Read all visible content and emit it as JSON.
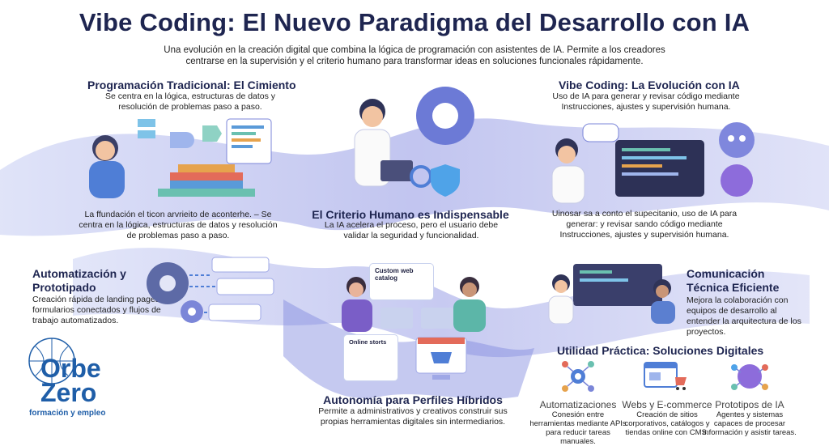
{
  "title": "Vibe Coding: El Nuevo Paradigma del Desarrollo con IA",
  "subtitle": "Una evolución en la creación digital que combina la lógica de programación con asistentes de IA. Permite a los creadores centrarse en la supervisión y el criterio humano para transformar ideas en soluciones funcionales rápidamente.",
  "traditional": {
    "title": "Programación Tradicional: El Cimiento",
    "text": "Se centra en la lógica, estructuras de datos y resolución de problemas paso a paso.",
    "caption": "La ffundación el ticon arvrieito de aconterhe. – Se centra en la lógica, estructuras de datos y resolución de problemas paso a paso."
  },
  "vibe": {
    "title": "Vibe Coding: La Evolución con IA",
    "text": "Uso de IA para generar y revisar código mediante Instrucciones, ajustes y supervisión humana.",
    "caption": "Uinosar sa a conto el supecitanio, uso de IA para generar: y revisar sando código mediante Instrucciones, ajustes y supervisión humana."
  },
  "criterio": {
    "title": "El Criterio Humano es Indispensable",
    "text": "La IA acelera el proceso, pero el usuario debe validar la seguridad y funcionalidad."
  },
  "automatizacion": {
    "title": "Automatización y Prototipado",
    "text": "Creación rápida de landing pages, formularios conectados y flujos de trabajo automatizados."
  },
  "comunicacion": {
    "title": "Comunicación Técnica Eficiente",
    "text": "Mejora la colaboración con equipos de desarrollo al entender la arquitectura de los proyectos."
  },
  "autonomia": {
    "title": "Autonomía para Perfiles Híbridos",
    "text": "Permite a administrativos y creativos construir sus propias herramientas digitales sin intermediarios.",
    "card1": "Custom web catalog",
    "card2": "Online storts"
  },
  "utilidad": {
    "title": "Utilidad Práctica: Soluciones Digitales",
    "items": [
      {
        "heading": "Automatizaciones",
        "text": "Conesión entre herramientas mediante APIs para reducir tareas manuales.",
        "icon": "gears-network-icon"
      },
      {
        "heading": "Webs y E-commerce",
        "text": "Creación de sitios corporativos, catálogos y tiendas online con CMS.",
        "icon": "web-cart-icon"
      },
      {
        "heading": "Prototipos de IA",
        "text": "Agentes y sistemas capaces de procesar información y asistir tareas.",
        "icon": "ai-brain-icon"
      }
    ]
  },
  "logo": {
    "line1": "Orbe",
    "line2": "Zero",
    "tagline": "formación y empleo"
  },
  "colors": {
    "navy": "#1e2550",
    "wave": "#6a73d6",
    "accent": "#4fa3e8",
    "brand": "#1f5ea8"
  }
}
